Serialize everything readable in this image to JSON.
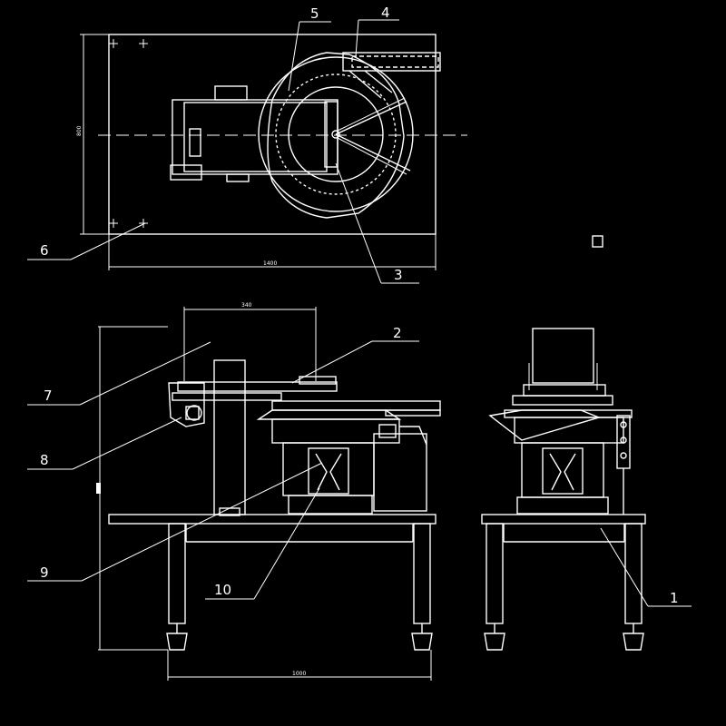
{
  "callouts": [
    {
      "id": "1",
      "text": "1"
    },
    {
      "id": "2",
      "text": "2"
    },
    {
      "id": "3",
      "text": "3"
    },
    {
      "id": "4",
      "text": "4"
    },
    {
      "id": "5",
      "text": "5"
    },
    {
      "id": "6",
      "text": "6"
    },
    {
      "id": "7",
      "text": "7"
    },
    {
      "id": "8",
      "text": "8"
    },
    {
      "id": "9",
      "text": "9"
    },
    {
      "id": "10",
      "text": "10"
    }
  ],
  "dimensions": {
    "top_width": "1400",
    "top_height": "800",
    "front_upper": "340",
    "front_bottom": "1000"
  },
  "colors": {
    "background": "#000000",
    "lines": "#ffffff"
  }
}
